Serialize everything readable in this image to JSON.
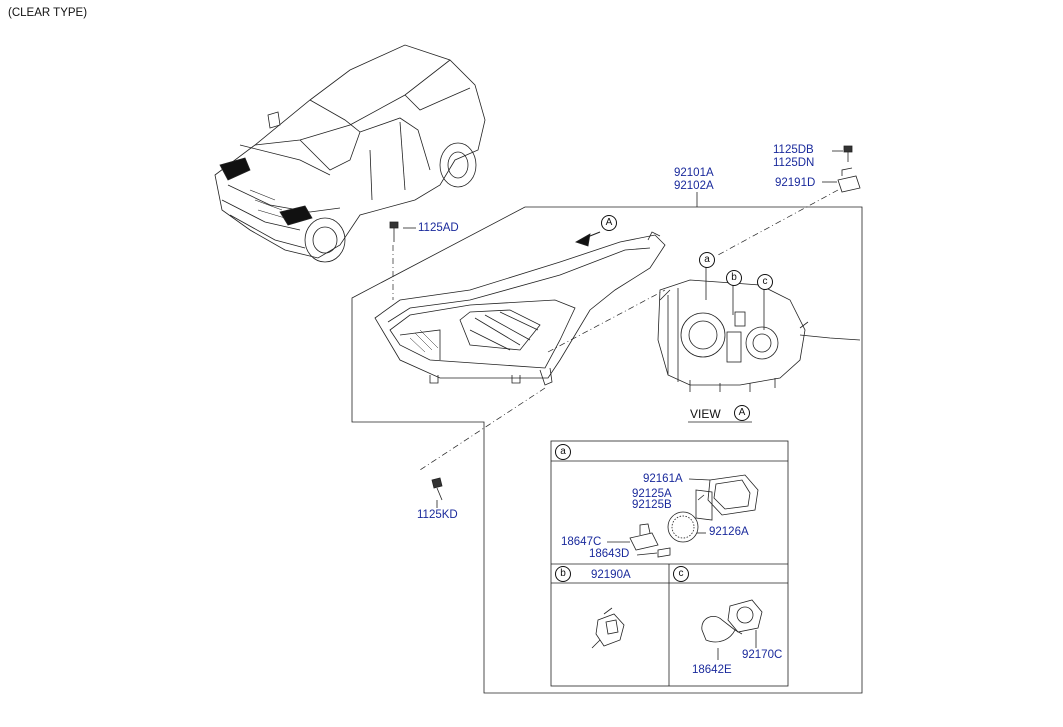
{
  "header": {
    "type_note": "(CLEAR TYPE)"
  },
  "parts": {
    "p_1125DB": "1125DB",
    "p_1125DN": "1125DN",
    "p_92191D": "92191D",
    "p_92101A": "92101A",
    "p_92102A": "92102A",
    "p_1125AD": "1125AD",
    "p_1125KD": "1125KD",
    "p_92161A": "92161A",
    "p_92125A": "92125A",
    "p_92125B": "92125B",
    "p_92126A": "92126A",
    "p_18647C": "18647C",
    "p_18643D": "18643D",
    "p_92190A": "92190A",
    "p_92170C": "92170C",
    "p_18642E": "18642E"
  },
  "callouts": {
    "A": "A",
    "a": "a",
    "b": "b",
    "c": "c"
  },
  "view": {
    "label": "VIEW",
    "ref": "A"
  },
  "colors": {
    "part_number": "#1a2a9c",
    "line": "#111111"
  }
}
